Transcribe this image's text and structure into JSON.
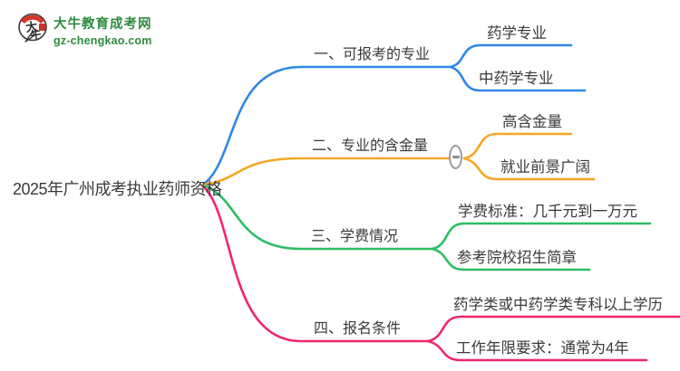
{
  "logo": {
    "title": "大牛教育成考网",
    "url": "gz-chengkao.com",
    "icon_text": "大牛",
    "color": "#2E8B3E"
  },
  "palette": {
    "blue": "#2F88E3",
    "orange": "#F5A623",
    "green": "#2BBE64",
    "pink": "#F0266F",
    "gray": "#9b9b9b",
    "text": "#3a3a3a",
    "logo_green": "#2E8B3E"
  },
  "mindmap": {
    "root": "2025年广州成考执业药师资格",
    "branches": [
      {
        "label": "一、可报考的专业",
        "color": "#2F88E3",
        "children": [
          {
            "label": "药学专业"
          },
          {
            "label": "中药学专业"
          }
        ]
      },
      {
        "label": "二、专业的含金量",
        "color": "#F5A623",
        "collapse_glyph": "−",
        "children": [
          {
            "label": "高含金量"
          },
          {
            "label": "就业前景广阔"
          }
        ]
      },
      {
        "label": "三、学费情况",
        "color": "#2BBE64",
        "children": [
          {
            "label": "学费标准：几千元到一万元"
          },
          {
            "label": "参考院校招生简章"
          }
        ]
      },
      {
        "label": "四、报名条件",
        "color": "#F0266F",
        "children": [
          {
            "label": "药学类或中药学类专科以上学历"
          },
          {
            "label": "工作年限要求：通常为4年"
          }
        ]
      }
    ]
  }
}
